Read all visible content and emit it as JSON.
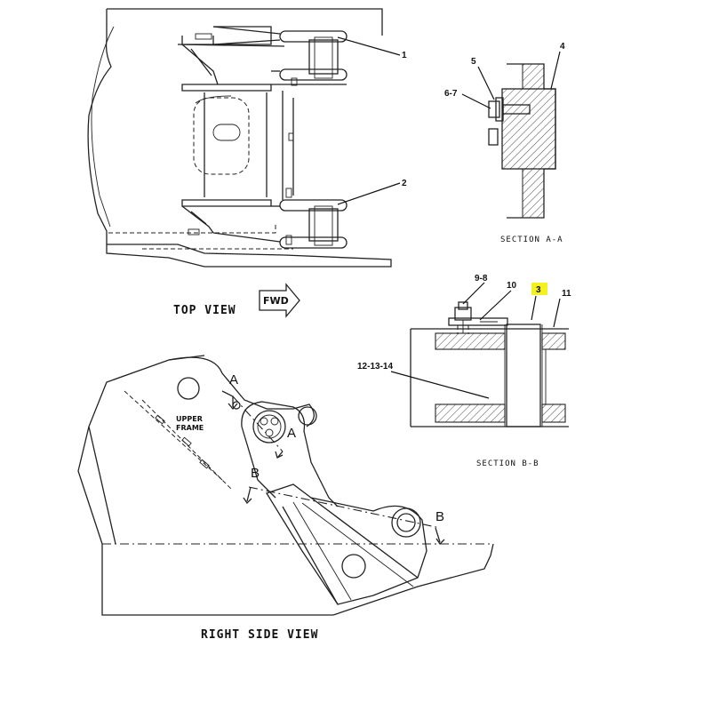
{
  "callouts": {
    "c1": "1",
    "c2": "2",
    "c3": "3",
    "c4": "4",
    "c5": "5",
    "c67": "6-7",
    "c98": "9-8",
    "c10": "10",
    "c11": "11",
    "c121314": "12-13-14"
  },
  "captions": {
    "top_view": "TOP VIEW",
    "section_aa": "SECTION A-A",
    "section_bb": "SECTION B-B",
    "right_side_view": "RIGHT SIDE VIEW"
  },
  "labels": {
    "fwd": "FWD",
    "upper_frame_line1": "UPPER",
    "upper_frame_line2": "FRAME",
    "sec_a_left": "A",
    "sec_a_right": "A",
    "sec_b_left": "B",
    "sec_b_right": "B"
  },
  "colors": {
    "highlight": "#f5f020",
    "line": "#222222"
  }
}
